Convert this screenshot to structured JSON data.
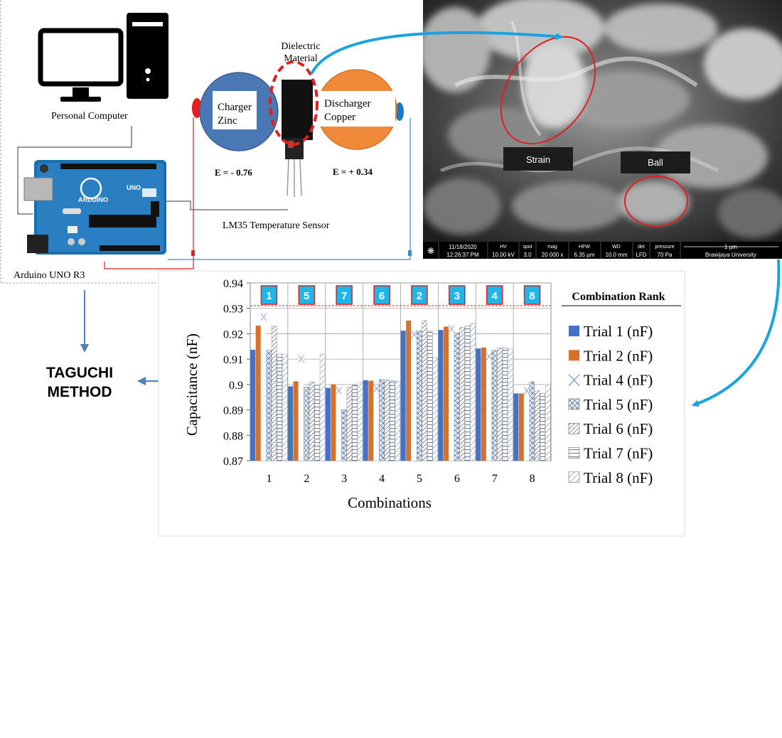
{
  "labels": {
    "personal_computer": "Personal Computer",
    "arduino": "Arduino UNO R3",
    "arduino_logo": "ARDUINO",
    "arduino_uno": "UNO",
    "lm35": "LM35 Temperature Sensor",
    "dielectric_line1": "Dielectric",
    "dielectric_line2": "Material",
    "charger_line1": "Charger",
    "charger_line2": "Zinc",
    "discharger_line1": "Discharger",
    "discharger_line2": "Copper",
    "e_zinc": "E = - 0.76",
    "e_copper": "E = + 0.34",
    "taguchi_line1": "TAGUCHI",
    "taguchi_line2": "METHOD"
  },
  "sem": {
    "strain": "Strain",
    "ball": "Ball",
    "info_bar": [
      {
        "head": "",
        "value": "11/18/2020"
      },
      {
        "head": "HV",
        "value": "10.00 kV"
      },
      {
        "head": "spot",
        "value": "3.0"
      },
      {
        "head": "mag",
        "value": "20 000 x"
      },
      {
        "head": "HFW",
        "value": "6.35 µm"
      },
      {
        "head": "WD",
        "value": "10.0 mm"
      },
      {
        "head": "det",
        "value": "LFD"
      },
      {
        "head": "pressure",
        "value": "70 Pa"
      }
    ],
    "time": "12:26:37 PM",
    "scale": "1 µm",
    "institution": "Brawijaya University"
  },
  "colors": {
    "charger": "#4a78b5",
    "discharger": "#ee8a3a",
    "arrow_blue": "#1aa3e0",
    "arrow_steel": "#4f7fb8",
    "rank_box": "#1fb6ea",
    "rank_border": "#e02020",
    "wire_red": "#d22",
    "wire_blue": "#3a8fc8"
  },
  "chart_data": {
    "type": "bar",
    "categories": [
      "1",
      "2",
      "3",
      "4",
      "5",
      "6",
      "7",
      "8"
    ],
    "xlabel": "Combinations",
    "ylabel": "Capacitance (nF)",
    "ylim": [
      0.87,
      0.94
    ],
    "yticks": [
      "0.87",
      "0.88",
      "0.89",
      "0.9",
      "0.91",
      "0.92",
      "0.93",
      "0.94"
    ],
    "rank_title": "Combination Rank",
    "ranks": [
      "1",
      "5",
      "7",
      "6",
      "2",
      "3",
      "4",
      "8"
    ],
    "series": [
      {
        "name": "Trial 1 (nF)",
        "values": [
          0.9137,
          0.8993,
          0.8987,
          0.9017,
          0.9212,
          0.9215,
          0.9142,
          0.8965
        ]
      },
      {
        "name": "Trial 2 (nF)",
        "values": [
          0.9232,
          0.9013,
          0.9001,
          0.9015,
          0.9252,
          0.9228,
          0.9146,
          0.8965
        ]
      },
      {
        "name": "Trial 4 (nF)",
        "values": [
          0.928,
          0.9115,
          0.899,
          0.8998,
          0.9212,
          0.9233,
          0.9125,
          0.899
        ]
      },
      {
        "name": "Trial 5 (nF)",
        "values": [
          0.9135,
          0.899,
          0.8898,
          0.902,
          0.9212,
          0.9203,
          0.9135,
          0.9011
        ]
      },
      {
        "name": "Trial 6 (nF)",
        "values": [
          0.923,
          0.901,
          0.899,
          0.9018,
          0.9252,
          0.9225,
          0.9145,
          0.8975
        ]
      },
      {
        "name": "Trial 7 (nF)",
        "values": [
          0.912,
          0.8995,
          0.8997,
          0.9015,
          0.921,
          0.923,
          0.9145,
          0.8965
        ]
      },
      {
        "name": "Trial 8 (nF)",
        "values": [
          0.912,
          0.912,
          0.901,
          0.9013,
          0.9108,
          0.9242,
          0.914,
          0.9002
        ]
      }
    ]
  }
}
